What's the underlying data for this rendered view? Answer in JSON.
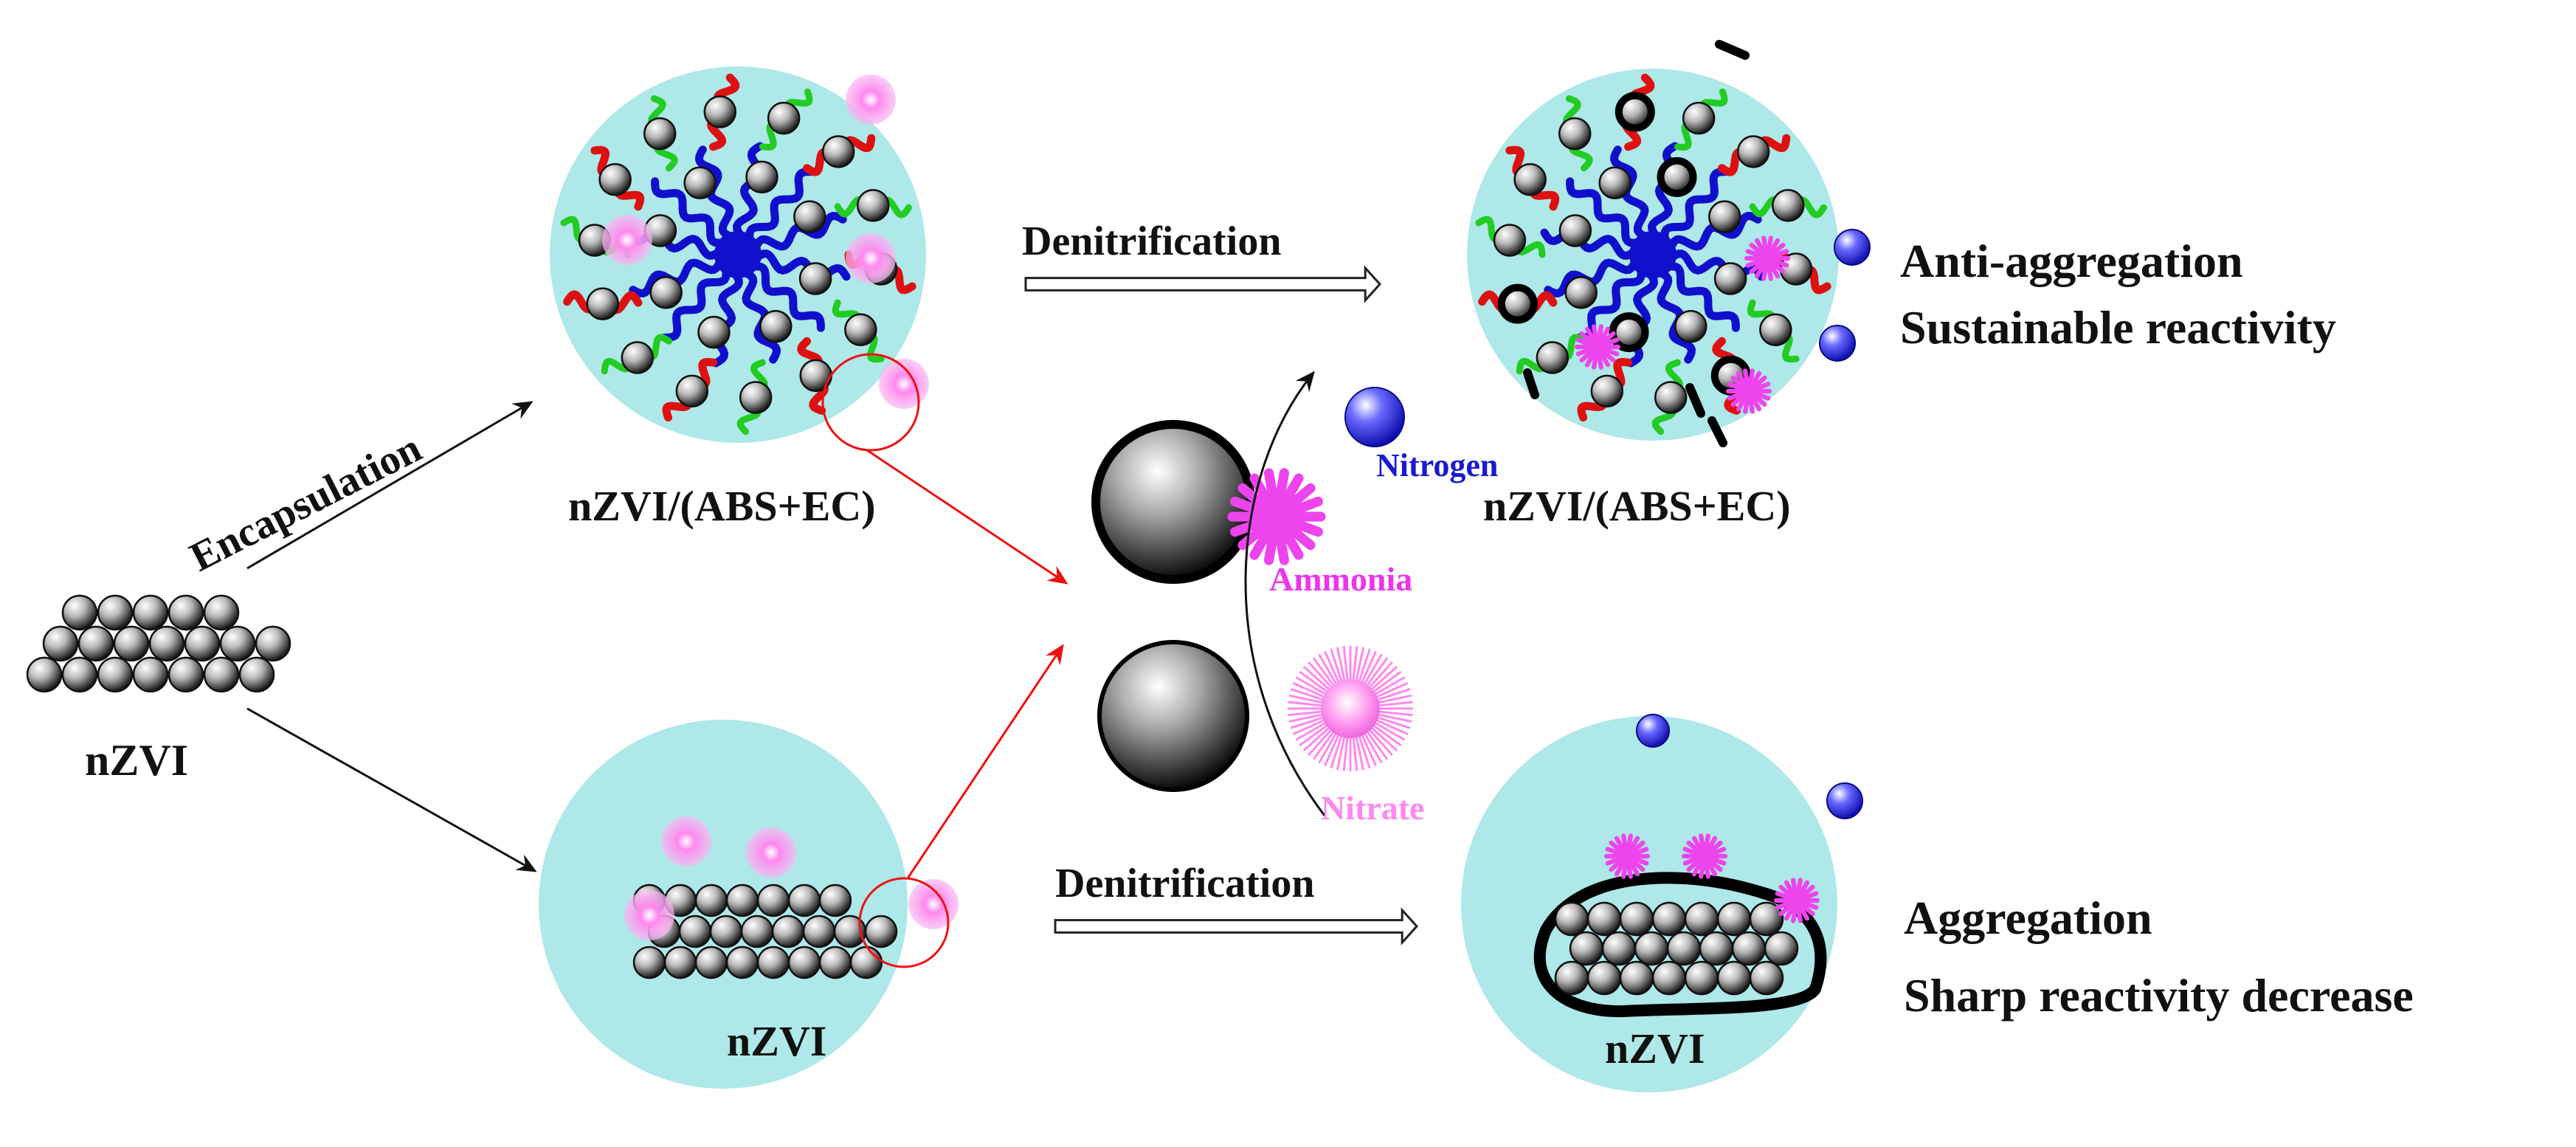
{
  "labels": {
    "encapsulation": "Encapsulation",
    "denitrification_top": "Denitrification",
    "denitrification_bottom": "Denitrification",
    "nzvi_left": "nZVI",
    "nzvi_abs_ec_left": "nZVI/(ABS+EC)",
    "nzvi_abs_ec_right": "nZVI/(ABS+EC)",
    "nzvi_bottom_mid": "nZVI",
    "nzvi_bottom_right": "nZVI",
    "nitrogen": "Nitrogen",
    "ammonia": "Ammonia",
    "nitrate": "Nitrate"
  },
  "outcomes": {
    "top_line1": "Anti-aggregation",
    "top_line2": "Sustainable reactivity",
    "bottom_line1": "Aggregation",
    "bottom_line2": "Sharp reactivity decrease"
  },
  "colors": {
    "sphere_bg": "#aee8e8",
    "polymer_blue": "#1010cc",
    "polymer_red": "#dd1111",
    "polymer_green": "#22cc22",
    "pink": "#ee44ee",
    "arrow_red": "#ee1111",
    "nitrogen_blue": "#1a1ad0",
    "nitrate_pink": "#ff88ee"
  }
}
